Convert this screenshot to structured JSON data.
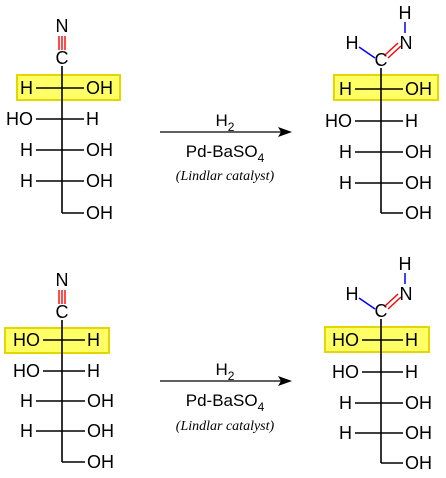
{
  "colors": {
    "carbon_red": "#ff0000",
    "hydrogen_blue": "#0000ff",
    "bond_black": "#000000",
    "highlight_fill": "#ffff66",
    "highlight_border": "#e4d600"
  },
  "reactions": [
    {
      "reactant": {
        "top_N": "N",
        "top_C": "C",
        "rows": [
          {
            "left": "H",
            "right": "OH",
            "highlight": true
          },
          {
            "left": "HO",
            "right": "H"
          },
          {
            "left": "H",
            "right": "OH"
          },
          {
            "left": "H",
            "right": "OH"
          }
        ],
        "end_group": "OH"
      },
      "reagent": {
        "formula": "H",
        "formula_sub": "2",
        "catalyst": "Pd-BaSO",
        "catalyst_sub": "4",
        "note": "(Lindlar catalyst)"
      },
      "product": {
        "imine_H_left": "H",
        "imine_C": "C",
        "imine_N": "N",
        "imine_H_top": "H",
        "rows": [
          {
            "left": "H",
            "right": "OH",
            "highlight": true
          },
          {
            "left": "HO",
            "right": "H"
          },
          {
            "left": "H",
            "right": "OH"
          },
          {
            "left": "H",
            "right": "OH"
          }
        ],
        "end_group": "OH"
      }
    },
    {
      "reactant": {
        "top_N": "N",
        "top_C": "C",
        "rows": [
          {
            "left": "HO",
            "right": "H",
            "highlight": true
          },
          {
            "left": "HO",
            "right": "H"
          },
          {
            "left": "H",
            "right": "OH"
          },
          {
            "left": "H",
            "right": "OH"
          }
        ],
        "end_group": "OH"
      },
      "reagent": {
        "formula": "H",
        "formula_sub": "2",
        "catalyst": "Pd-BaSO",
        "catalyst_sub": "4",
        "note": "(Lindlar catalyst)"
      },
      "product": {
        "imine_H_left": "H",
        "imine_C": "C",
        "imine_N": "N",
        "imine_H_top": "H",
        "rows": [
          {
            "left": "HO",
            "right": "H",
            "highlight": true
          },
          {
            "left": "HO",
            "right": "H"
          },
          {
            "left": "H",
            "right": "OH"
          },
          {
            "left": "H",
            "right": "OH"
          }
        ],
        "end_group": "OH"
      }
    }
  ]
}
